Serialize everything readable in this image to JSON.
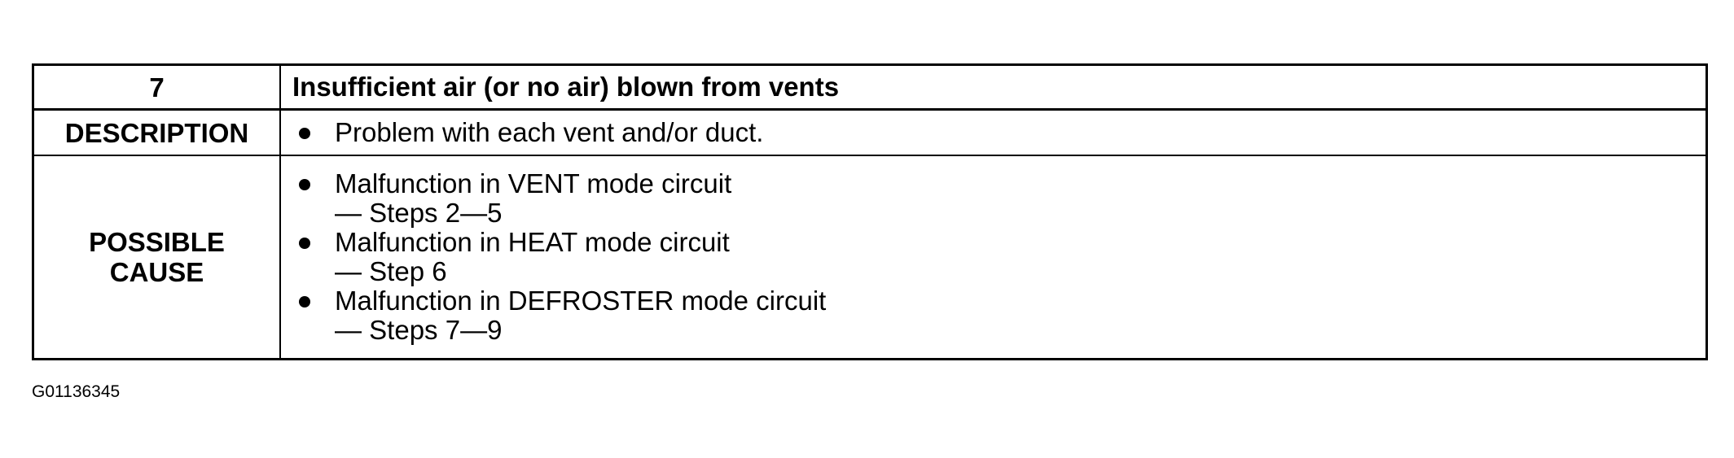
{
  "table": {
    "header": {
      "number": "7",
      "title": "Insufficient air (or no air) blown from vents"
    },
    "description": {
      "label": "DESCRIPTION",
      "items": [
        {
          "text": "Problem with each vent and/or duct."
        }
      ]
    },
    "possible_cause": {
      "label_line1": "POSSIBLE",
      "label_line2": "CAUSE",
      "items": [
        {
          "text": "Malfunction in VENT mode circuit",
          "sub": "— Steps 2—5"
        },
        {
          "text": "Malfunction in HEAT mode circuit",
          "sub": "— Step 6"
        },
        {
          "text": "Malfunction in DEFROSTER mode circuit",
          "sub": "— Steps 7—9"
        }
      ]
    }
  },
  "figure_id": "G01136345"
}
